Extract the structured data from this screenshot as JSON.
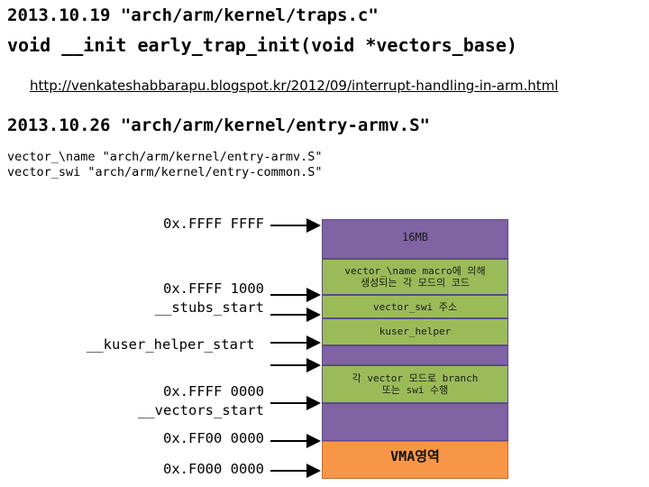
{
  "headings": {
    "date1": "2013.10.19 \"arch/arm/kernel/traps.c\"",
    "func": "void __init early_trap_init(void *vectors_base)",
    "link": "http://venkateshabbarapu.blogspot.kr/2012/09/interrupt-handling-in-arm.html",
    "date2": "2013.10.26 \"arch/arm/kernel/entry-armv.S\""
  },
  "code_lines": [
    "vector_\\name \"arch/arm/kernel/entry-armv.S\"",
    "vector_swi \"arch/arm/kernel/entry-common.S\""
  ],
  "addresses": {
    "ffff_ffff": "0x.FFFF FFFF",
    "ffff_1000": "0x.FFFF 1000",
    "stubs_start": "__stubs_start",
    "kuser_helper_start": "__kuser_helper_start",
    "ffff_0000": "0x.FFFF 0000",
    "vectors_start": "__vectors_start",
    "ff00_0000": "0x.FF00 0000",
    "f000_0000": "0x.F000 0000"
  },
  "blocks": {
    "top_16mb": "16MB",
    "vector_name_code": "vector_\\name macro에 의해\n생성되는 각 모드의 코드",
    "vector_swi_addr": "vector_swi 주소",
    "kuser_helper": "kuser_helper",
    "branch_swi": "각 vector 모드로 branch\n또는 swi 수행",
    "vma_region": "VMA영역"
  },
  "colors": {
    "purple": "#7f63a2",
    "green": "#9bbb59",
    "orange": "#f79646"
  }
}
